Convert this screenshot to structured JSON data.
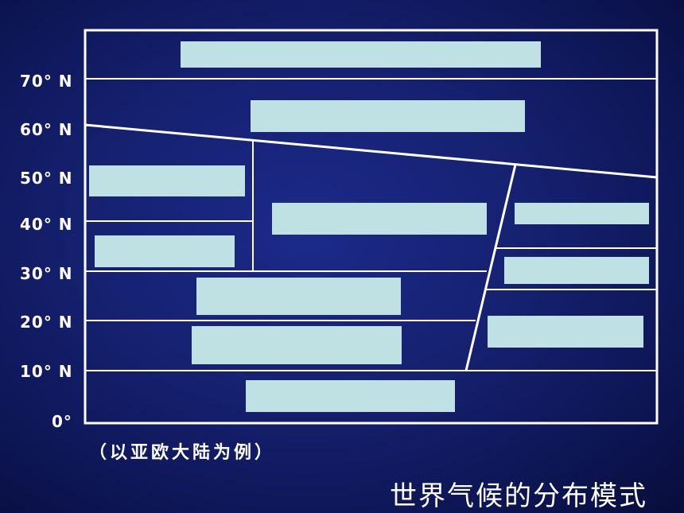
{
  "diagram": {
    "latitude_labels": [
      "70° N",
      "60° N",
      "50° N",
      "40° N",
      "30° N",
      "20° N",
      "10° N",
      "0°"
    ],
    "note": "（以亚欧大陆为例）",
    "title": "世界气候的分布模式",
    "colors": {
      "background": "#15206e",
      "lines": "#ffffff",
      "label_box": "#bfe1e3"
    }
  }
}
